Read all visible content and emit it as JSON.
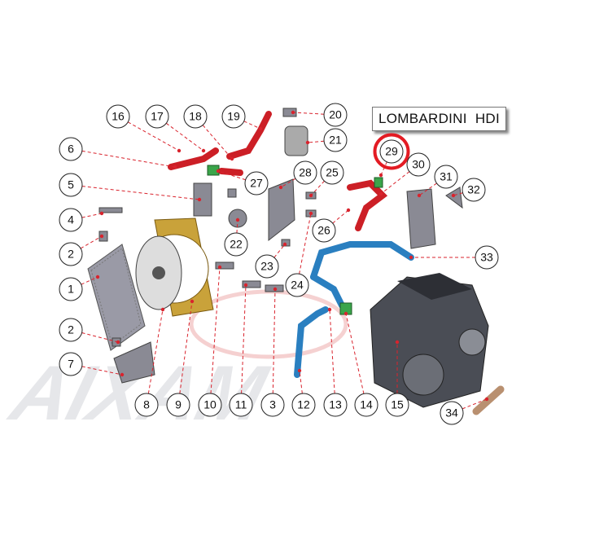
{
  "model_label": "LOMBARDINI  HDI",
  "highlighted_part": "29",
  "watermark_text": "AIXAM",
  "callouts": [
    "16",
    "17",
    "18",
    "19",
    "20",
    "21",
    "6",
    "27",
    "28",
    "25",
    "29",
    "30",
    "31",
    "32",
    "5",
    "4",
    "2",
    "22",
    "26",
    "23",
    "33",
    "1",
    "24",
    "2",
    "7",
    "8",
    "9",
    "10",
    "11",
    "3",
    "12",
    "13",
    "14",
    "15",
    "34"
  ],
  "colors": {
    "leader": "#d9232d",
    "highlight": "#e31b23",
    "hose_red": "#cc1f26",
    "hose_blue": "#2a7fc0",
    "shroud": "#c9a23a"
  }
}
